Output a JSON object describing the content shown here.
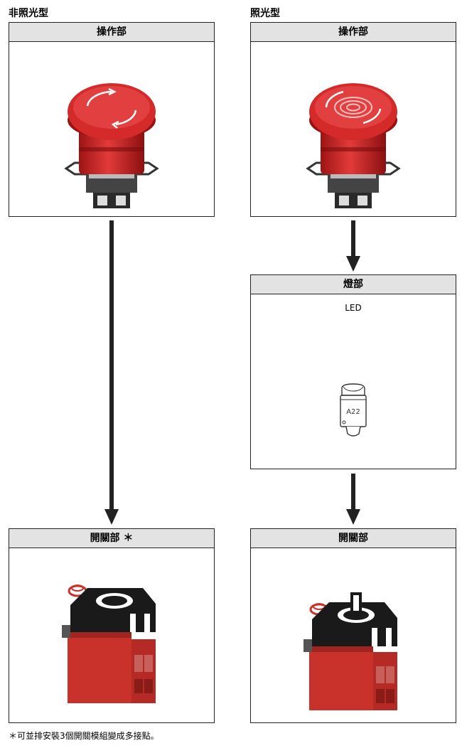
{
  "columns": {
    "non_illuminated": {
      "title": "非照光型"
    },
    "illuminated": {
      "title": "照光型"
    }
  },
  "panels": {
    "operator_left": {
      "header": "操作部"
    },
    "operator_right": {
      "header": "操作部"
    },
    "lamp": {
      "header": "燈部",
      "led_label": "LED",
      "bulb_marking": "A22"
    },
    "switch_left": {
      "header": "開關部 ＊"
    },
    "switch_right": {
      "header": "開關部"
    }
  },
  "footnote": "＊可並排安裝3個開關模組變成多接點。",
  "colors": {
    "button_red": "#d42a2a",
    "module_red": "#c8322a",
    "module_black": "#1a1a1a",
    "header_gray": "#e3e3e3"
  }
}
